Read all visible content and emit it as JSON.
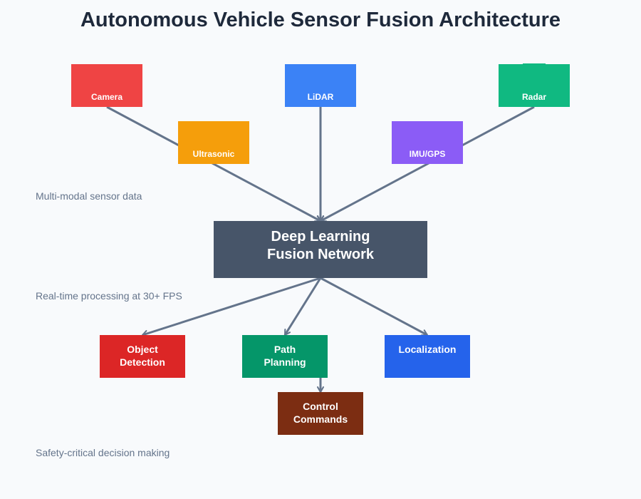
{
  "title": "Autonomous Vehicle Sensor Fusion Architecture",
  "colors": {
    "connector": "#64748b",
    "camera": "#ef4444",
    "lidar": "#3b82f6",
    "radar": "#10b981",
    "ultrasonic": "#f59e0b",
    "imu_gps": "#8b5cf6",
    "fusion": "#475569",
    "object_detection": "#dc2626",
    "path_planning": "#059669",
    "localization": "#2563eb",
    "control_commands": "#7c2d12"
  },
  "sensors": {
    "camera": "Camera",
    "lidar": "LiDAR",
    "radar": "Radar",
    "ultrasonic": "Ultrasonic",
    "imu_gps": "IMU/GPS"
  },
  "fusion": {
    "line1": "Deep Learning",
    "line2": "Fusion Network"
  },
  "outputs": {
    "object_detection": [
      "Object",
      "Detection"
    ],
    "path_planning": [
      "Path",
      "Planning"
    ],
    "localization": "Localization",
    "control_commands": [
      "Control",
      "Commands"
    ]
  },
  "notes": {
    "sensor_stage": "Multi-modal sensor data",
    "processing_stage": "Real-time processing at 30+ FPS",
    "decision_stage": "Safety-critical decision making"
  }
}
